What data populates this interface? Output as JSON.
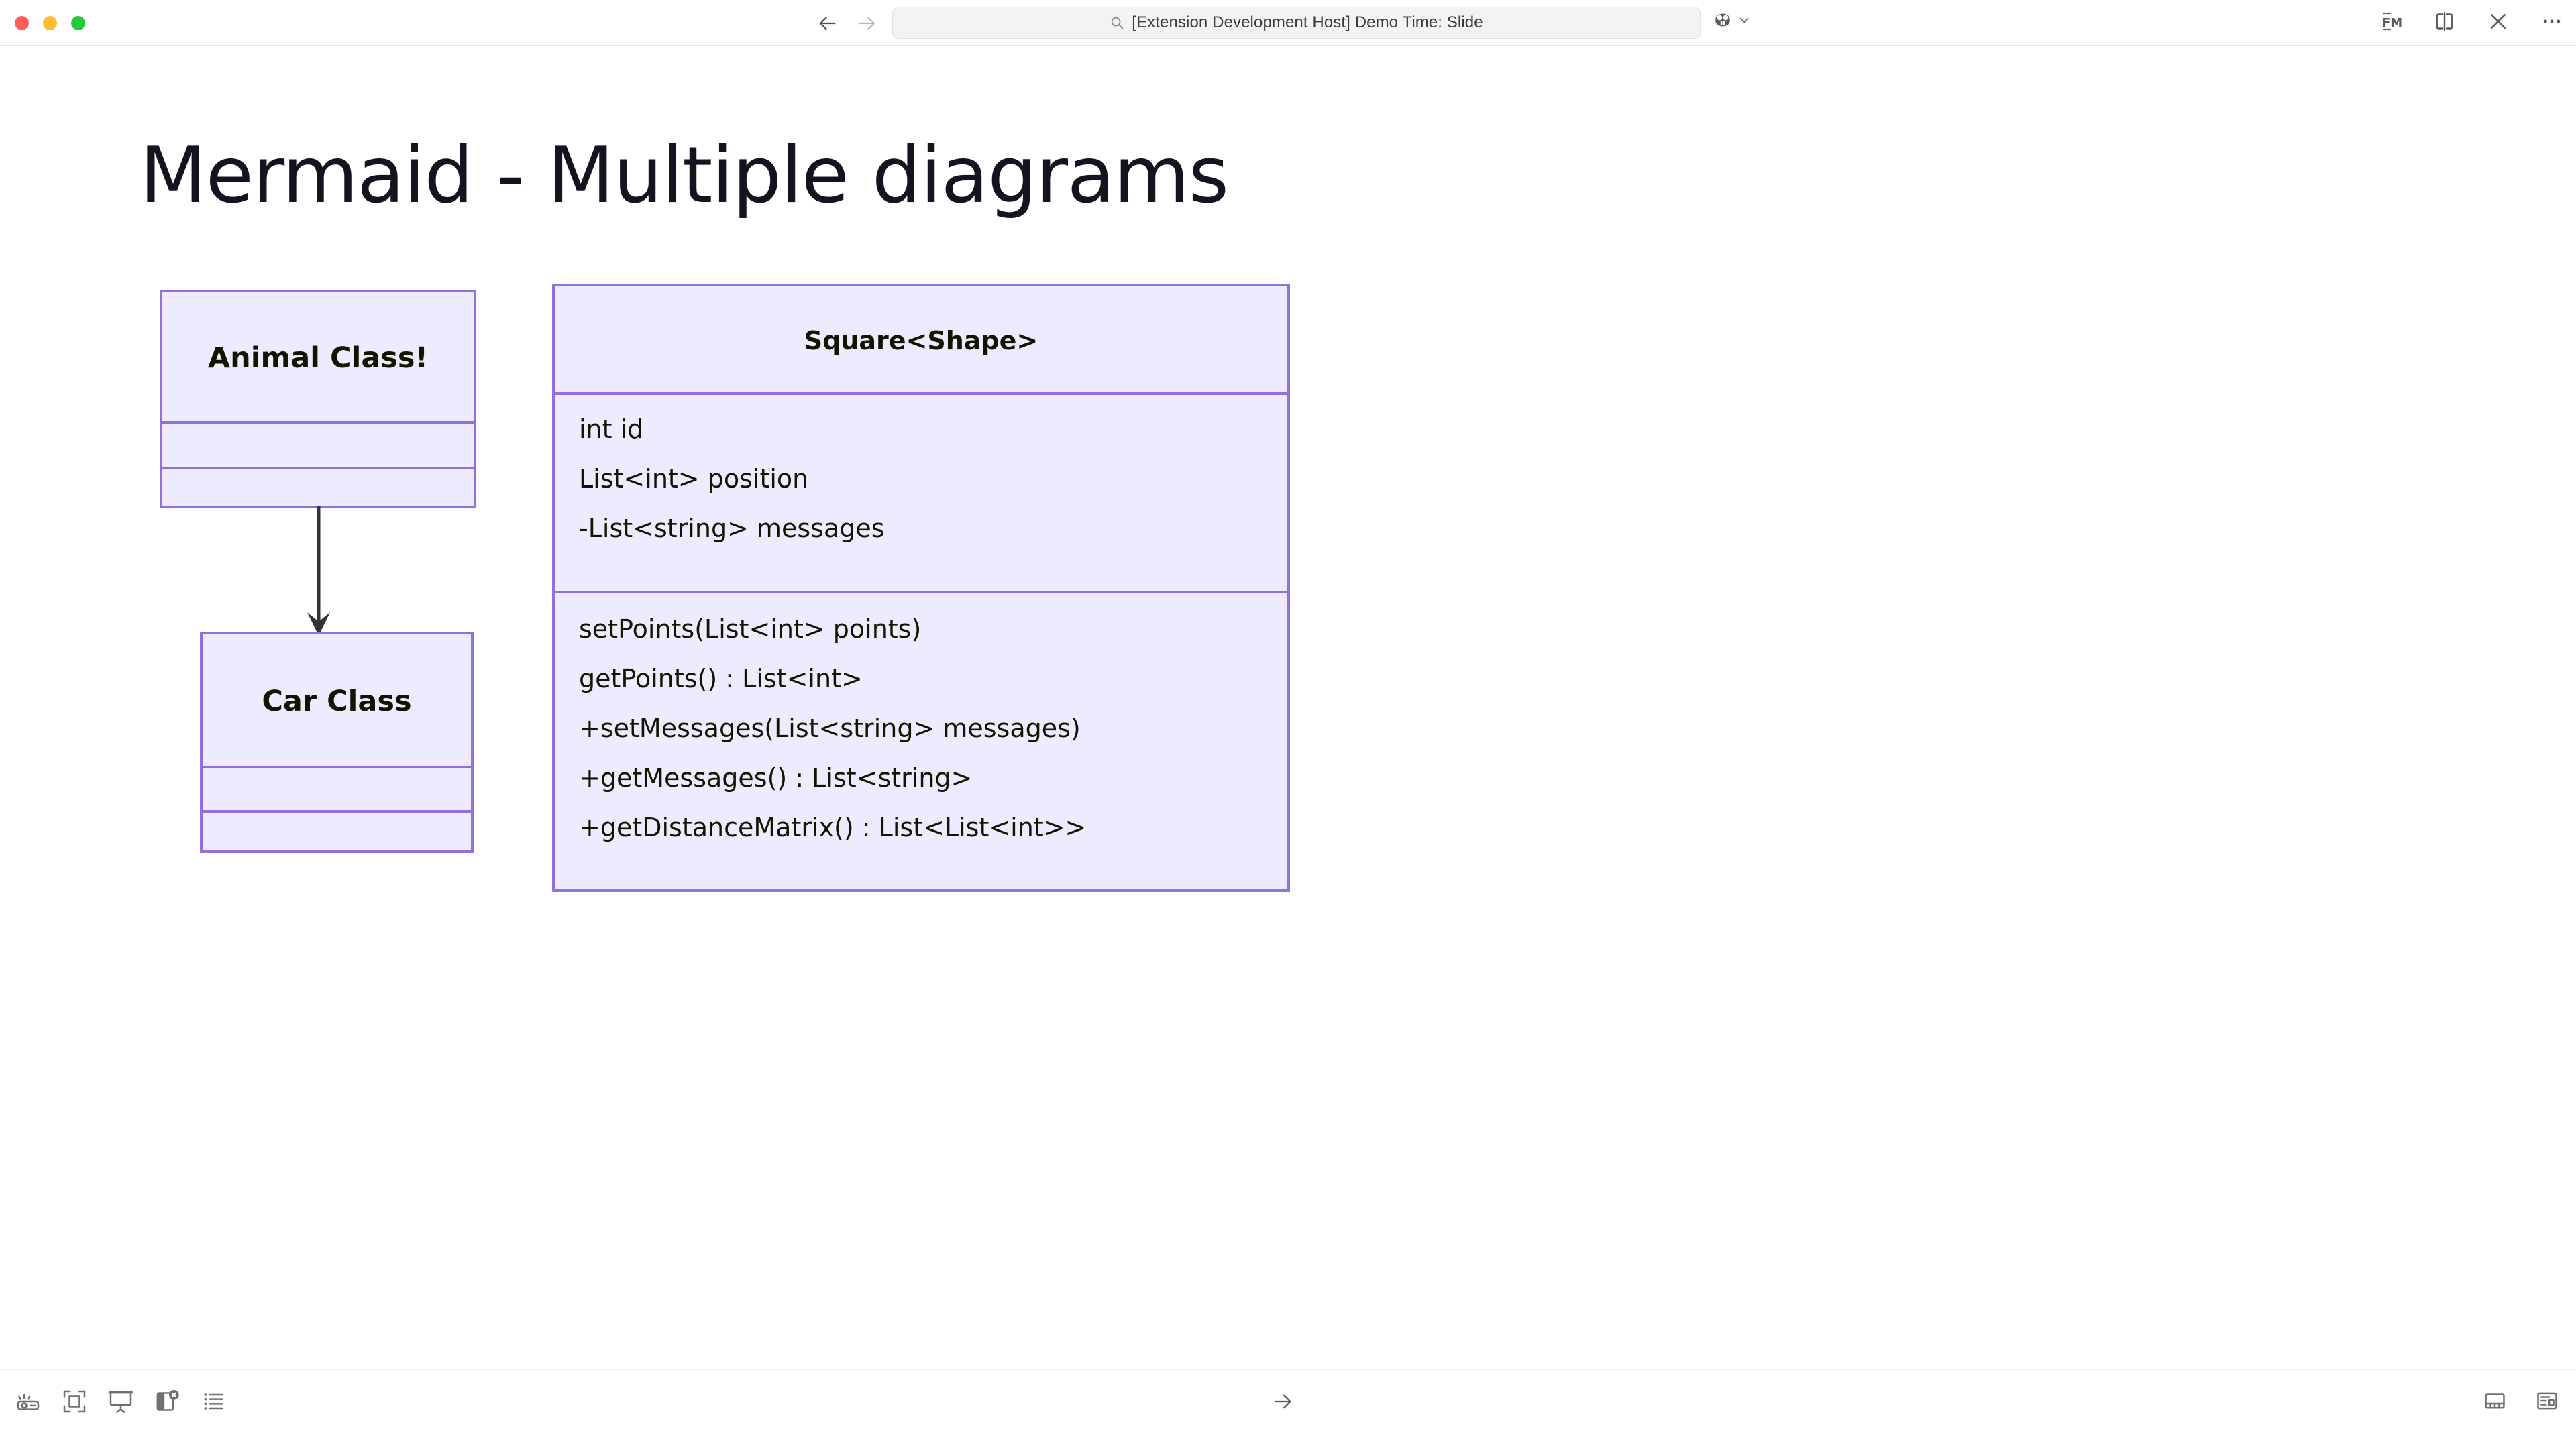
{
  "window": {
    "traffic_lights": [
      {
        "name": "close",
        "color": "#ff5f57"
      },
      {
        "name": "minimize",
        "color": "#febc2e"
      },
      {
        "name": "maximize",
        "color": "#28c840"
      }
    ],
    "nav": {
      "back_icon": "arrow-left-icon",
      "forward_icon": "arrow-right-icon"
    },
    "command_center": {
      "icon": "search-icon",
      "text": "[Extension Development Host] Demo Time: Slide"
    },
    "remote_indicator": {
      "icon": "remote-host-icon",
      "chevron": "chevron-down-icon"
    },
    "right_icons": [
      {
        "name": "format-markdown-icon",
        "label": "FM"
      },
      {
        "name": "split-editor-icon",
        "label": ""
      },
      {
        "name": "close-icon",
        "label": ""
      },
      {
        "name": "more-actions-icon",
        "label": ""
      }
    ]
  },
  "slide": {
    "title": "Mermaid - Multiple diagrams",
    "colors": {
      "box_fill": "#ececfe",
      "box_border": "#9370db",
      "text": "#131300",
      "arrow": "#333333",
      "title_text": "#141421"
    },
    "diagrams": [
      {
        "id": "inheritance-diagram",
        "type": "class-diagram",
        "classes": [
          {
            "id": "animal-class",
            "name": "Animal Class!",
            "attributes": [],
            "methods": []
          },
          {
            "id": "car-class",
            "name": "Car Class",
            "attributes": [],
            "methods": []
          }
        ],
        "relations": [
          {
            "from": "Animal Class!",
            "to": "Car Class",
            "kind": "inheritance-arrow"
          }
        ]
      },
      {
        "id": "square-shape-diagram",
        "type": "class-diagram",
        "classes": [
          {
            "id": "square-class",
            "name": "Square<Shape>",
            "attributes": [
              "int id",
              "List<int> position",
              "-List<string> messages"
            ],
            "methods": [
              "setPoints(List<int> points)",
              "getPoints() : List<int>",
              "+setMessages(List<string> messages)",
              "+getMessages() : List<string>",
              "+getDistanceMatrix() : List<List<int>>"
            ]
          }
        ],
        "relations": []
      }
    ]
  },
  "statusbar": {
    "left_icons": [
      {
        "name": "projector-icon"
      },
      {
        "name": "fit-to-screen-icon"
      },
      {
        "name": "presentation-screen-icon"
      },
      {
        "name": "close-preview-icon"
      },
      {
        "name": "outline-list-icon"
      }
    ],
    "center_icon": {
      "name": "next-slide-arrow-icon"
    },
    "right_icons": [
      {
        "name": "panel-bottom-icon"
      },
      {
        "name": "layout-panel-icon"
      }
    ]
  }
}
